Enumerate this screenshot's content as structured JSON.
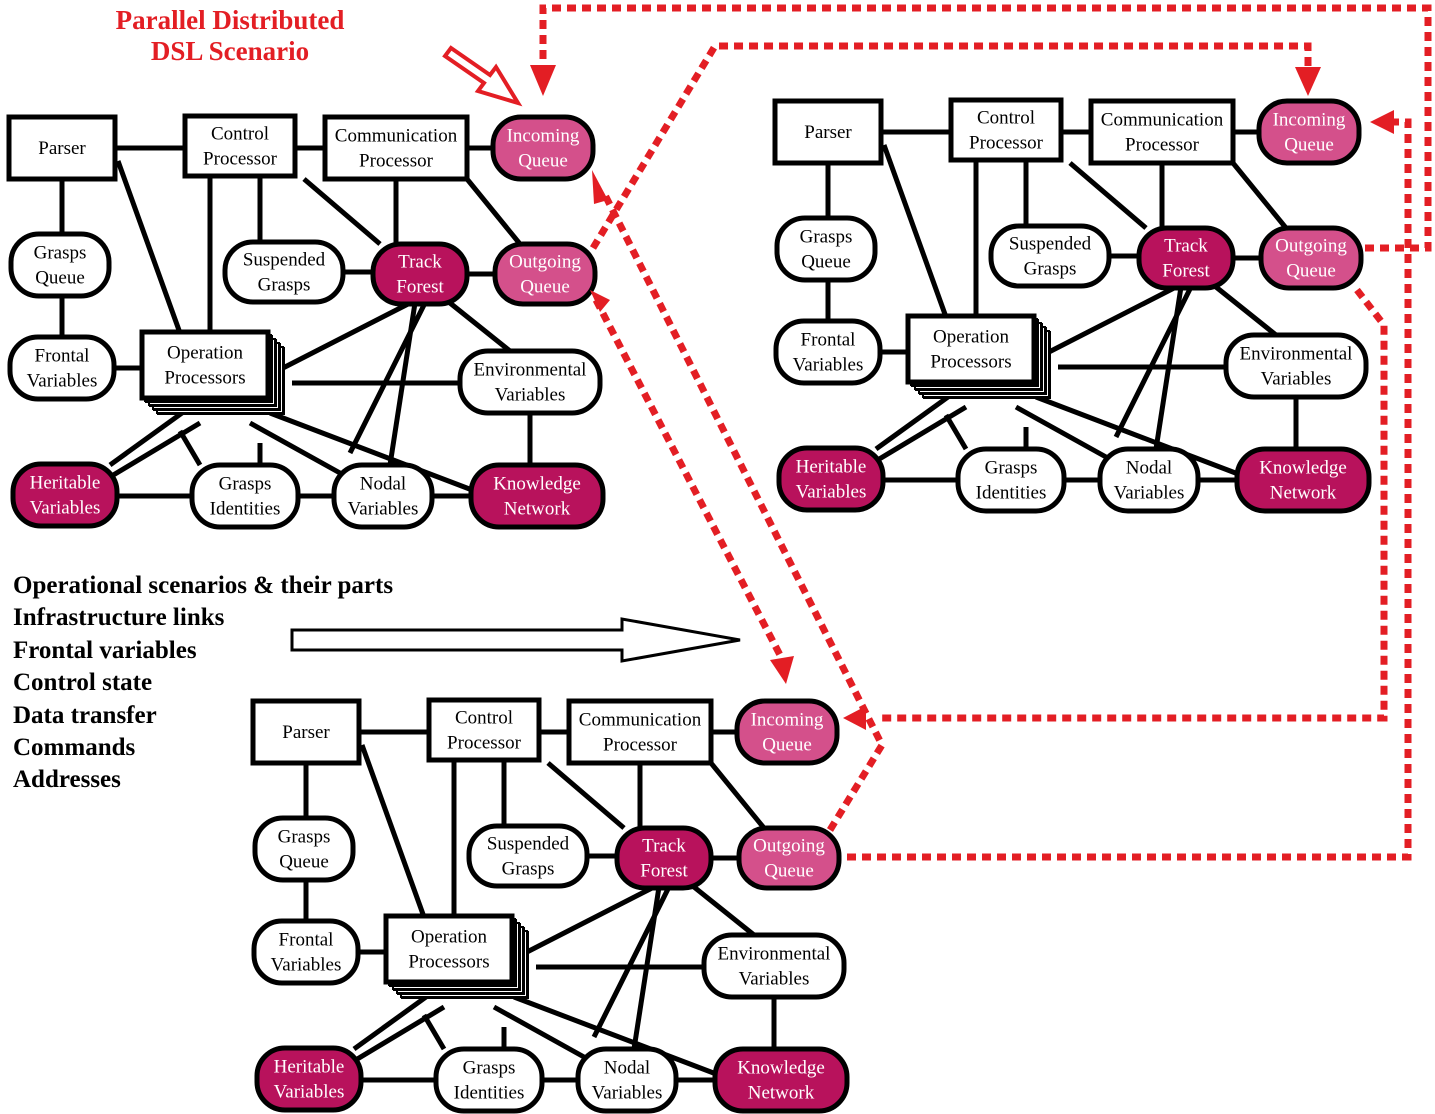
{
  "title": {
    "line1": "Parallel Distributed",
    "line2": "DSL Scenario"
  },
  "legend": [
    "Operational scenarios & their parts",
    "Infrastructure links",
    "Frontal variables",
    "Control state",
    "Data transfer",
    "Commands",
    "Addresses"
  ],
  "colors": {
    "red": "#e31e24",
    "dark_magenta": "#b8125c",
    "light_magenta": "#d4508b",
    "black": "#000000",
    "white": "#ffffff"
  },
  "node_labels": {
    "parser": [
      "Parser"
    ],
    "control": [
      "Control",
      "Processor"
    ],
    "comm": [
      "Communication",
      "Processor"
    ],
    "incoming": [
      "Incoming",
      "Queue"
    ],
    "grasps_queue": [
      "Grasps",
      "Queue"
    ],
    "suspended": [
      "Suspended",
      "Grasps"
    ],
    "track": [
      "Track",
      "Forest"
    ],
    "outgoing": [
      "Outgoing",
      "Queue"
    ],
    "frontal": [
      "Frontal",
      "Variables"
    ],
    "operation": [
      "Operation",
      "Processors"
    ],
    "environmental": [
      "Environmental",
      "Variables"
    ],
    "heritable": [
      "Heritable",
      "Variables"
    ],
    "grasps_id": [
      "Grasps",
      "Identities"
    ],
    "nodal": [
      "Nodal",
      "Variables"
    ],
    "knowledge": [
      "Knowledge",
      "Network"
    ]
  },
  "clusters": [
    {
      "id": "cluster-top-left"
    },
    {
      "id": "cluster-top-right"
    },
    {
      "id": "cluster-bottom"
    }
  ]
}
